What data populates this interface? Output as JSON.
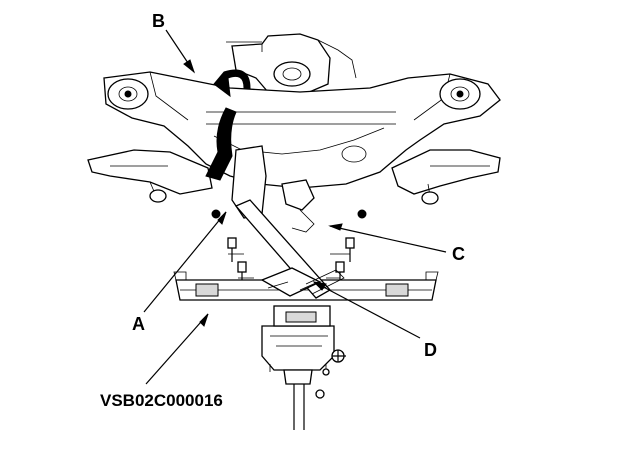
{
  "callouts": {
    "a": "A",
    "b": "B",
    "c": "C",
    "d": "D"
  },
  "reference_code": "VSB02C000016",
  "colors": {
    "ink": "#000000",
    "paper": "#ffffff",
    "shade": "#d9d9d9"
  }
}
